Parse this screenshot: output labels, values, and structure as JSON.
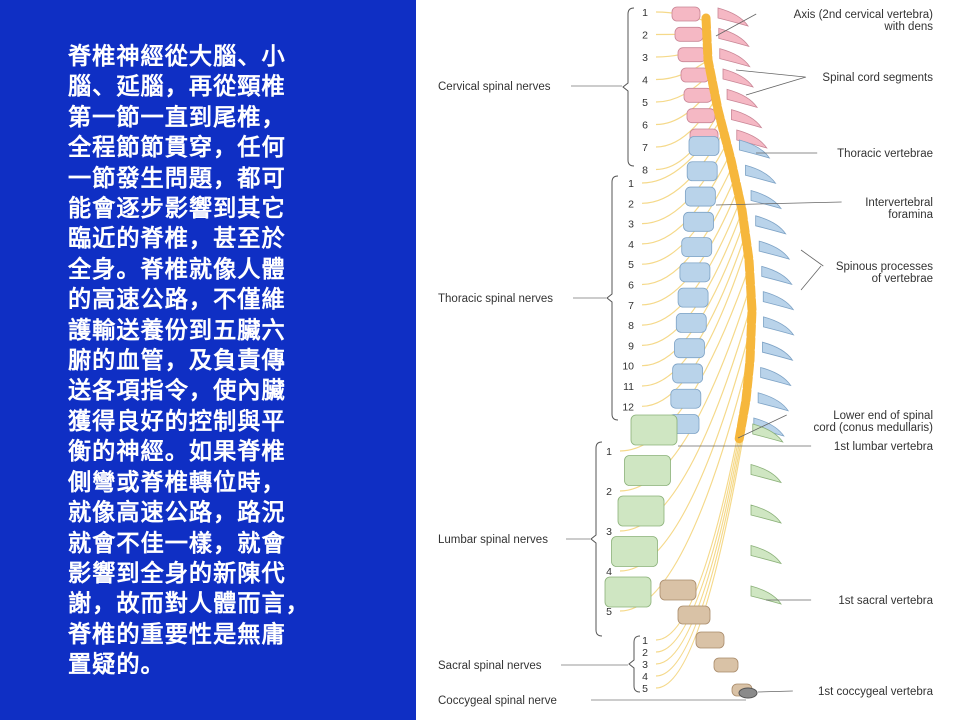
{
  "slide": {
    "text_lines": [
      "脊椎神經從大腦、小",
      "腦、延腦，再從頸椎",
      "第一節一直到尾椎，",
      "全程節節貫穿，任何",
      "一節發生問題，都可",
      "能會逐步影響到其它",
      "臨近的脊椎，甚至於",
      "全身。脊椎就像人體",
      "的高速公路，不僅維",
      "護輸送養份到五臟六",
      "腑的血管，及負責傳",
      "送各項指令，使內臟",
      "獲得良好的控制與平",
      "衡的神經。如果脊椎",
      "側彎或脊椎轉位時，",
      "就像高速公路，路況",
      "就會不佳一樣，就會",
      "影響到全身的新陳代",
      "謝，故而對人體而言，",
      "脊椎的重要性是無庸",
      "置疑的。"
    ]
  },
  "diagram": {
    "left_labels": {
      "cervical": "Cervical spinal nerves",
      "thoracic": "Thoracic spinal nerves",
      "lumbar": "Lumbar spinal nerves",
      "sacral": "Sacral spinal nerves",
      "coccygeal": "Coccygeal spinal nerve"
    },
    "right_labels": {
      "axis": [
        "Axis (2nd cervical vertebra)",
        "with dens"
      ],
      "cord_segments": "Spinal cord segments",
      "thoracic_vertebrae": "Thoracic vertebrae",
      "foramina": [
        "Intervertebral",
        "foramina"
      ],
      "spinous": [
        "Spinous processes",
        "of vertebrae"
      ],
      "conus": [
        "Lower end of spinal",
        "cord (conus medullaris)"
      ],
      "lumbar1": "1st lumbar vertebra",
      "sacral1": "1st sacral vertebra",
      "coccygeal1": "1st coccygeal vertebra"
    },
    "cervical_numbers": [
      "1",
      "2",
      "3",
      "4",
      "5",
      "6",
      "7",
      "8"
    ],
    "thoracic_numbers": [
      "1",
      "2",
      "3",
      "4",
      "5",
      "6",
      "7",
      "8",
      "9",
      "10",
      "11",
      "12"
    ],
    "lumbar_numbers": [
      "1",
      "2",
      "3",
      "4",
      "5"
    ],
    "sacral_numbers": [
      "1",
      "2",
      "3",
      "4",
      "5"
    ],
    "colors": {
      "panel": "#0f2fc4",
      "cervical_body": "#f5b8c4",
      "thoracic_body": "#b9d3ea",
      "lumbar_body": "#cfe6c2",
      "sacral_body": "#d9c2a6",
      "cord": "#f6b73c",
      "nerve": "#f5d98a"
    }
  }
}
